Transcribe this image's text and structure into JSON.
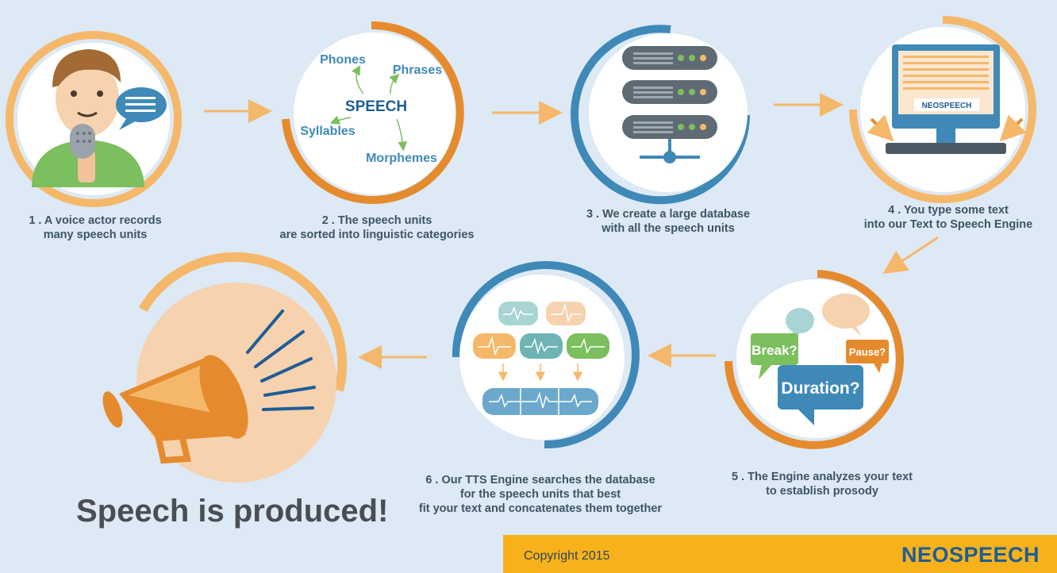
{
  "colors": {
    "background": "#dde9f4",
    "orange": "#e58b2e",
    "light_orange": "#f5b86a",
    "blue": "#3f89b8",
    "green": "#7cbf5e",
    "teal": "#6fb4b4",
    "footer": "#f7b21b",
    "brand": "#1e5d96"
  },
  "steps": [
    {
      "caption": [
        "1 . A voice actor records",
        "many speech units"
      ]
    },
    {
      "caption": [
        "2 . The speech units",
        "are sorted into linguistic categories"
      ]
    },
    {
      "caption": [
        "3 . We create a large database",
        "with all the speech units"
      ]
    },
    {
      "caption": [
        "4 . You type some text",
        "into our Text to Speech Engine"
      ]
    },
    {
      "caption": [
        "5 . The Engine analyzes your text",
        "to establish prosody"
      ]
    },
    {
      "caption": [
        "6 . Our TTS Engine searches the database",
        "for the speech units that best",
        "fit your text and concatenates them together"
      ]
    }
  ],
  "categories": {
    "center": "SPEECH",
    "phones": "Phones",
    "phrases": "Phrases",
    "syllables": "Syllables",
    "morphemes": "Morphemes"
  },
  "monitor_logo": "NEOSPEECH",
  "prosody": {
    "break": "Break?",
    "pause": "Pause?",
    "duration": "Duration?"
  },
  "result": "Speech is produced!",
  "footer": {
    "copyright": "Copyright 2015",
    "logo": "NEOSPEECH"
  }
}
